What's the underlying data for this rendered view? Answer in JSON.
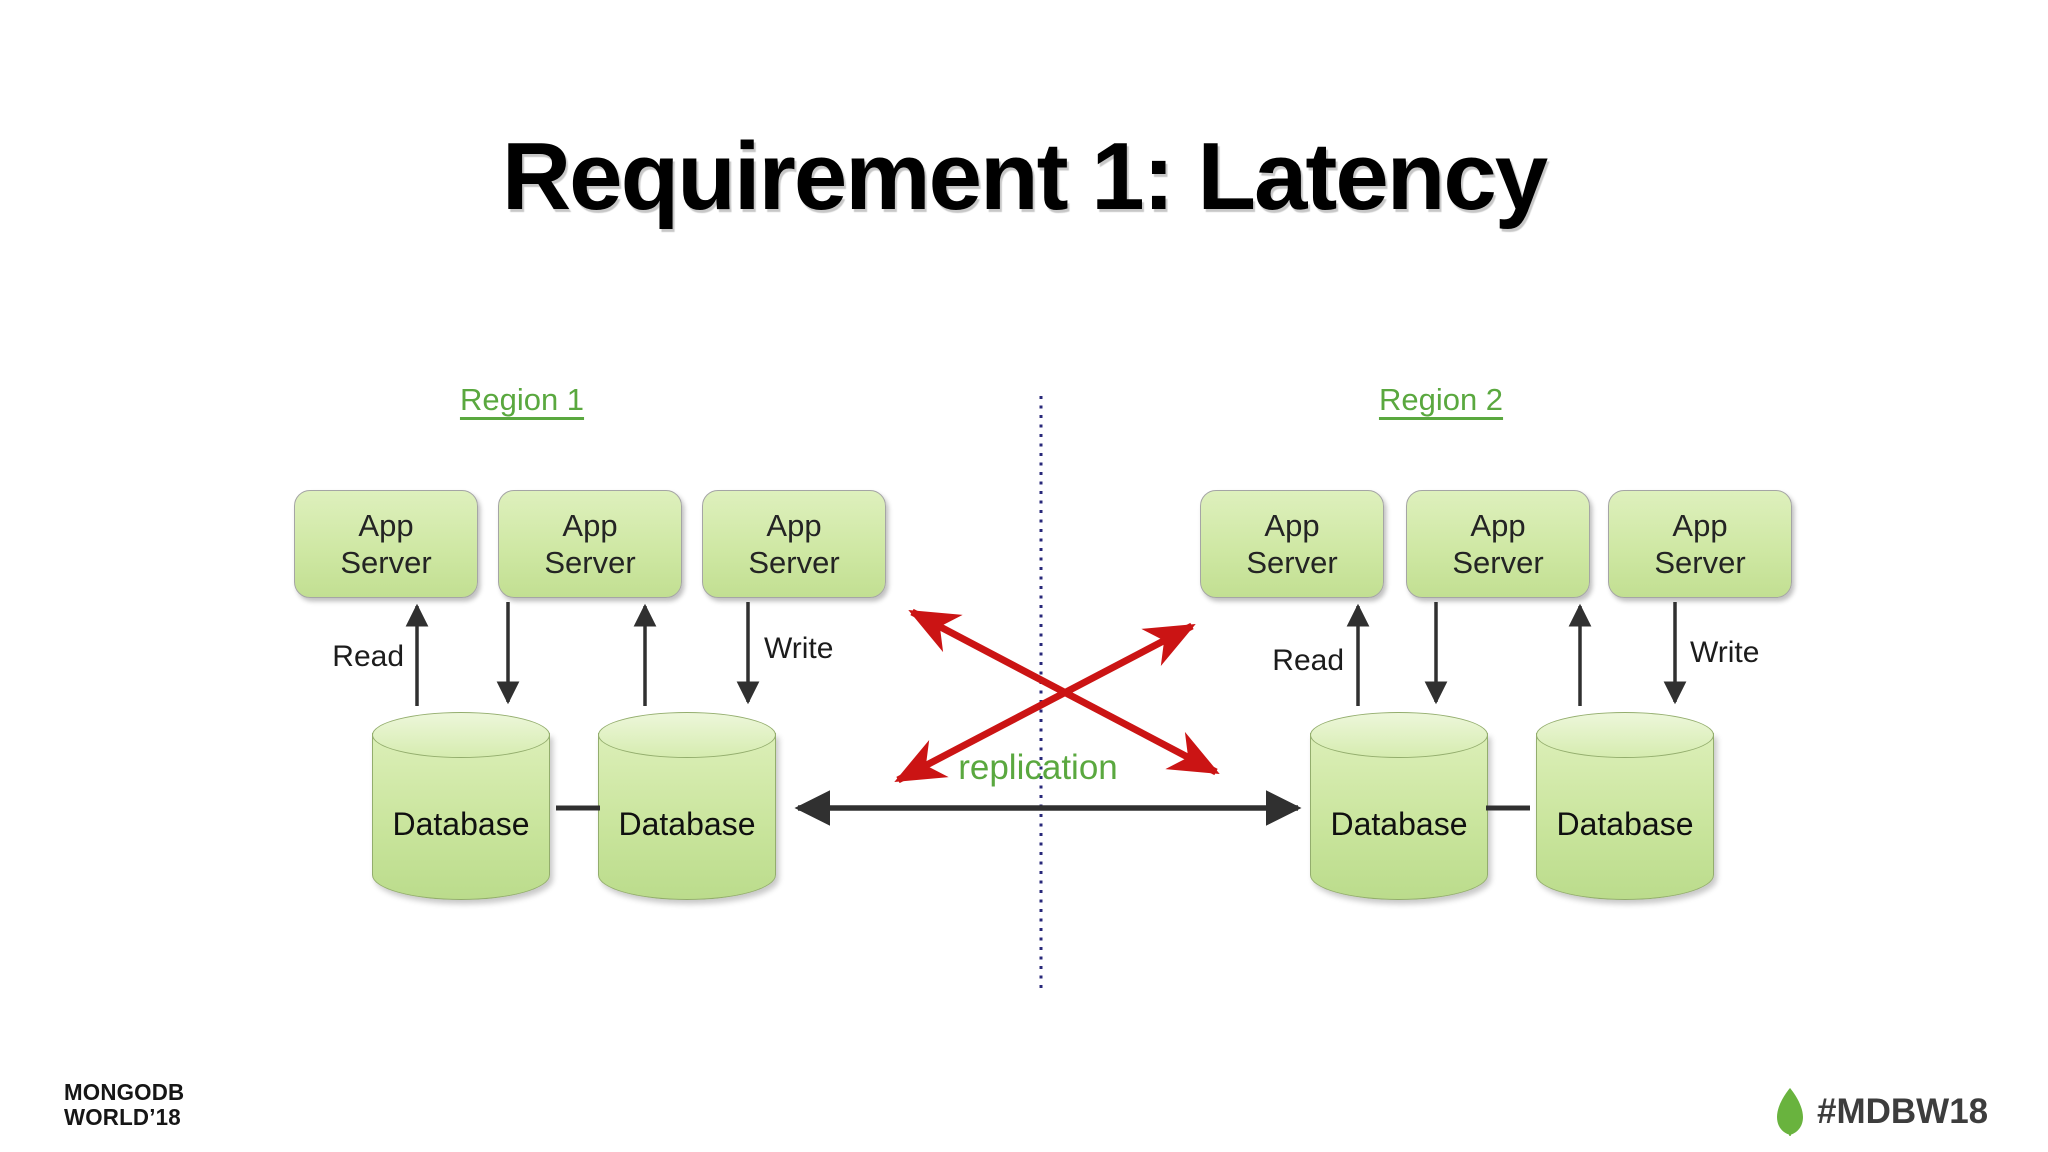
{
  "slide": {
    "title": "Requirement 1: Latency",
    "footer_left_line1": "MONGODB",
    "footer_left_line2": "WORLD’18",
    "footer_right_hashtag": "#MDBW18"
  },
  "diagram": {
    "replication_label": "replication",
    "regions": [
      {
        "label": "Region 1",
        "app_servers": [
          "App Server",
          "App Server",
          "App Server"
        ],
        "databases": [
          "Database",
          "Database"
        ],
        "read_label": "Read",
        "write_label": "Write"
      },
      {
        "label": "Region 2",
        "app_servers": [
          "App Server",
          "App Server",
          "App Server"
        ],
        "databases": [
          "Database",
          "Database"
        ],
        "read_label": "Read",
        "write_label": "Write"
      }
    ]
  },
  "theme": {
    "title_color": "#000000",
    "accent_green": "#5aa83f",
    "box_border": "#a5a5a5",
    "db_border": "#93ad6d",
    "arrow_dark": "#303030",
    "arrow_red": "#cb1414",
    "divider_navy": "#28287a",
    "footer_text": "#3d3d3d",
    "leaf_green": "#69b33e"
  }
}
